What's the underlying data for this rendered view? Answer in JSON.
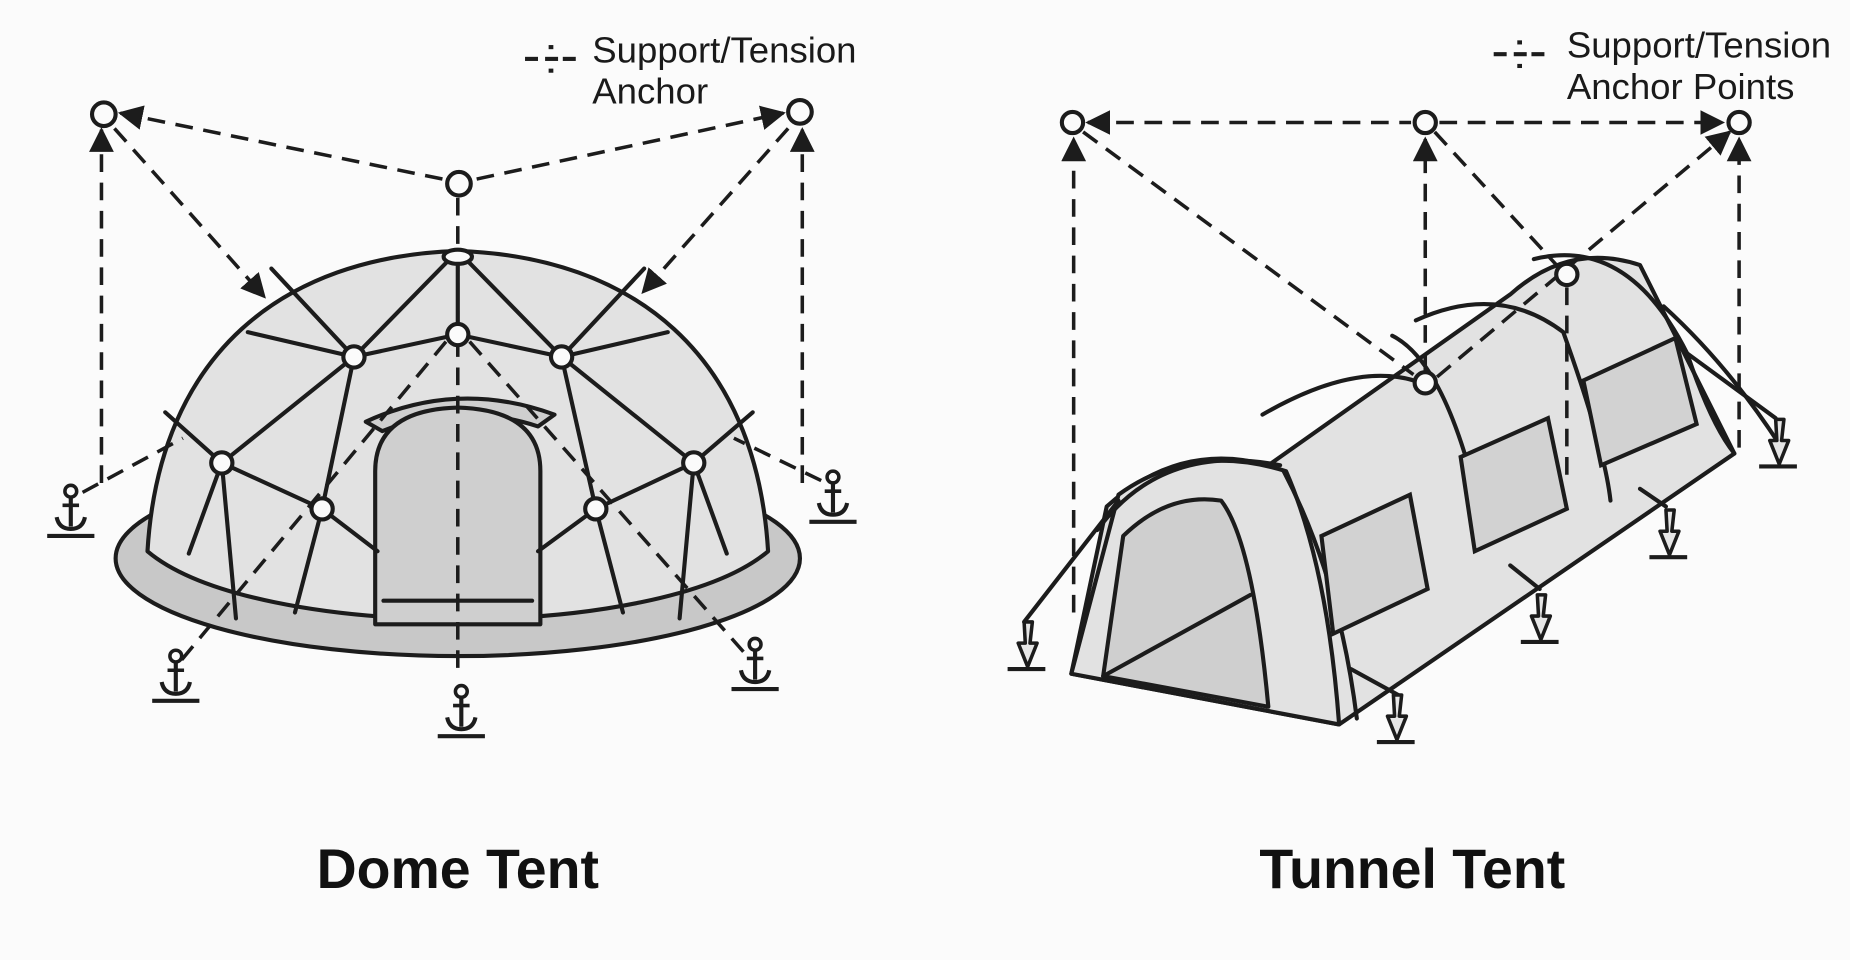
{
  "dome": {
    "caption": "Dome Tent",
    "legend_line1": "Support/Tension",
    "legend_line2": "Anchor",
    "legend_icon": "dash-node-icon"
  },
  "tunnel": {
    "caption": "Tunnel Tent",
    "legend_line1": "Support/Tension",
    "legend_line2": "Anchor Points",
    "legend_icon": "dash-node-icon"
  },
  "icons": {
    "anchor": "ground-anchor-icon",
    "stake": "tent-stake-icon",
    "node": "tension-node-icon"
  }
}
